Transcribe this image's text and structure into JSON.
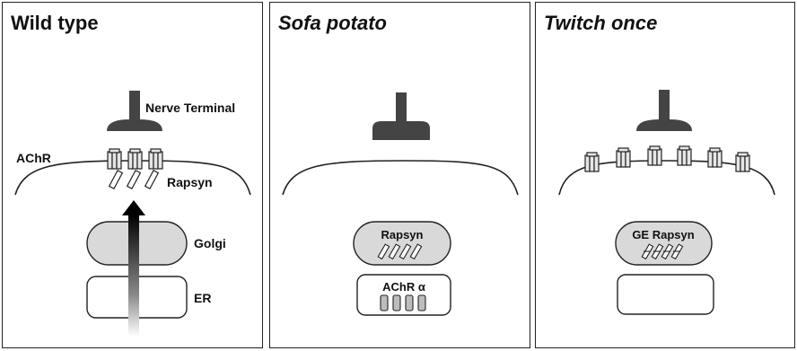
{
  "panels": [
    {
      "title": "Wild type",
      "labels": {
        "nerve_terminal": "Nerve Terminal",
        "achr": "AChR",
        "rapsyn": "Rapsyn",
        "golgi": "Golgi",
        "er": "ER"
      }
    },
    {
      "title": "Sofa potato",
      "labels": {
        "rapsyn": "Rapsyn",
        "achr_alpha": "AChR α"
      }
    },
    {
      "title": "Twitch once",
      "labels": {
        "ge_rapsyn": "GE Rapsyn"
      }
    }
  ],
  "colors": {
    "nerve_terminal": "#444444",
    "organelle_fill": "#d9d9d9",
    "outline": "#222222"
  }
}
